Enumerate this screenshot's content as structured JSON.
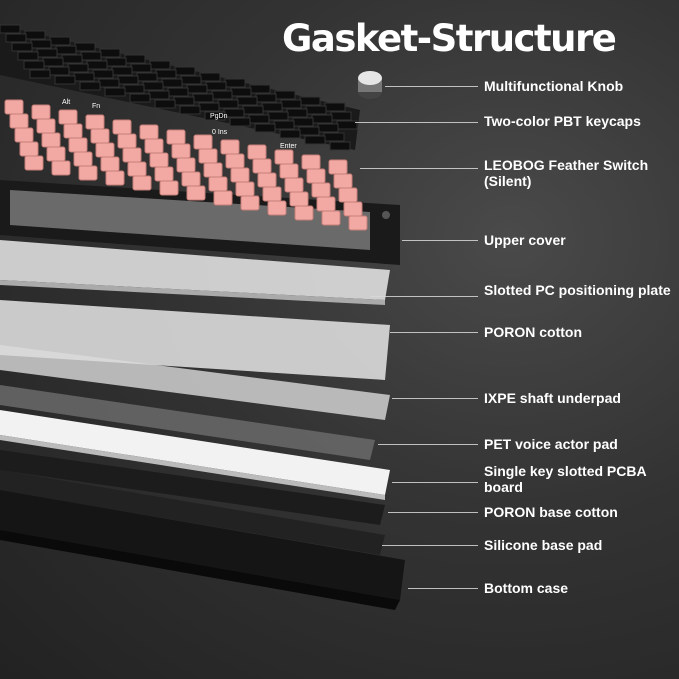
{
  "title": "Gasket-Structure",
  "layers": [
    {
      "label": "Multifunctional Knob"
    },
    {
      "label": "Two-color PBT keycaps"
    },
    {
      "label": "LEOBOG Feather Switch (Silent)"
    },
    {
      "label": "Upper cover"
    },
    {
      "label": "Slotted PC positioning plate"
    },
    {
      "label": "PORON cotton"
    },
    {
      "label": "IXPE shaft underpad"
    },
    {
      "label": "PET voice actor pad"
    },
    {
      "label": "Single key slotted PCBA board"
    },
    {
      "label": "PORON base cotton"
    },
    {
      "label": "Silicone base pad"
    },
    {
      "label": "Bottom case"
    }
  ],
  "keycap_legends": [
    "Alt",
    "Fn",
    "PgDn",
    "0 Ins",
    "Enter"
  ],
  "colors": {
    "switch": "#f2a9a3",
    "keycap": "#1a1a1a",
    "legend": "#ffffff",
    "plate": "#e9e9e9"
  }
}
